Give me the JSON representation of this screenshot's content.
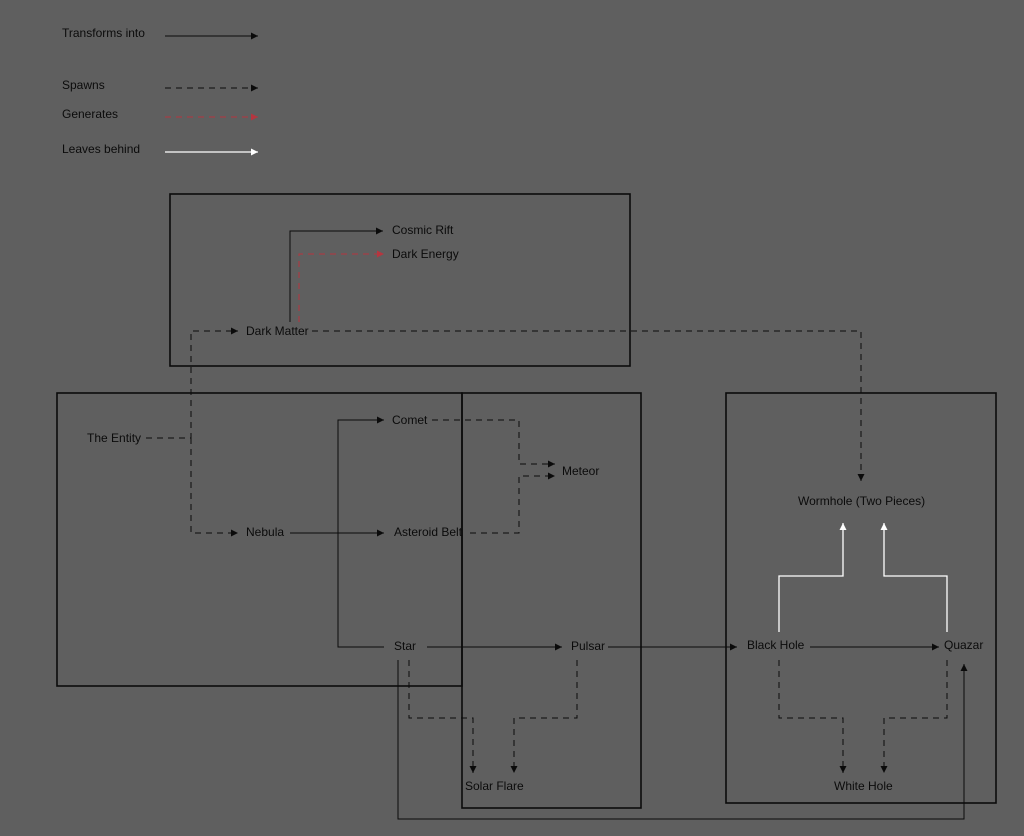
{
  "legend": {
    "transforms": "Transforms into",
    "spawns": "Spawns",
    "generates": "Generates",
    "leaves": "Leaves behind"
  },
  "nodes": {
    "cosmic_rift": "Cosmic Rift",
    "dark_energy": "Dark Energy",
    "dark_matter": "Dark Matter",
    "the_entity": "The Entity",
    "comet": "Comet",
    "meteor": "Meteor",
    "nebula": "Nebula",
    "asteroid_belt": "Asteroid Belt",
    "star": "Star",
    "pulsar": "Pulsar",
    "solar_flare": "Solar Flare",
    "black_hole": "Black Hole",
    "quazar": "Quazar",
    "wormhole": "Wormhole (Two Pieces)",
    "white_hole": "White Hole"
  },
  "colors": {
    "background": "#5f5f5f",
    "line": "#0b0b0b",
    "generates": "#b5363f",
    "leaves_behind": "#ffffff"
  }
}
